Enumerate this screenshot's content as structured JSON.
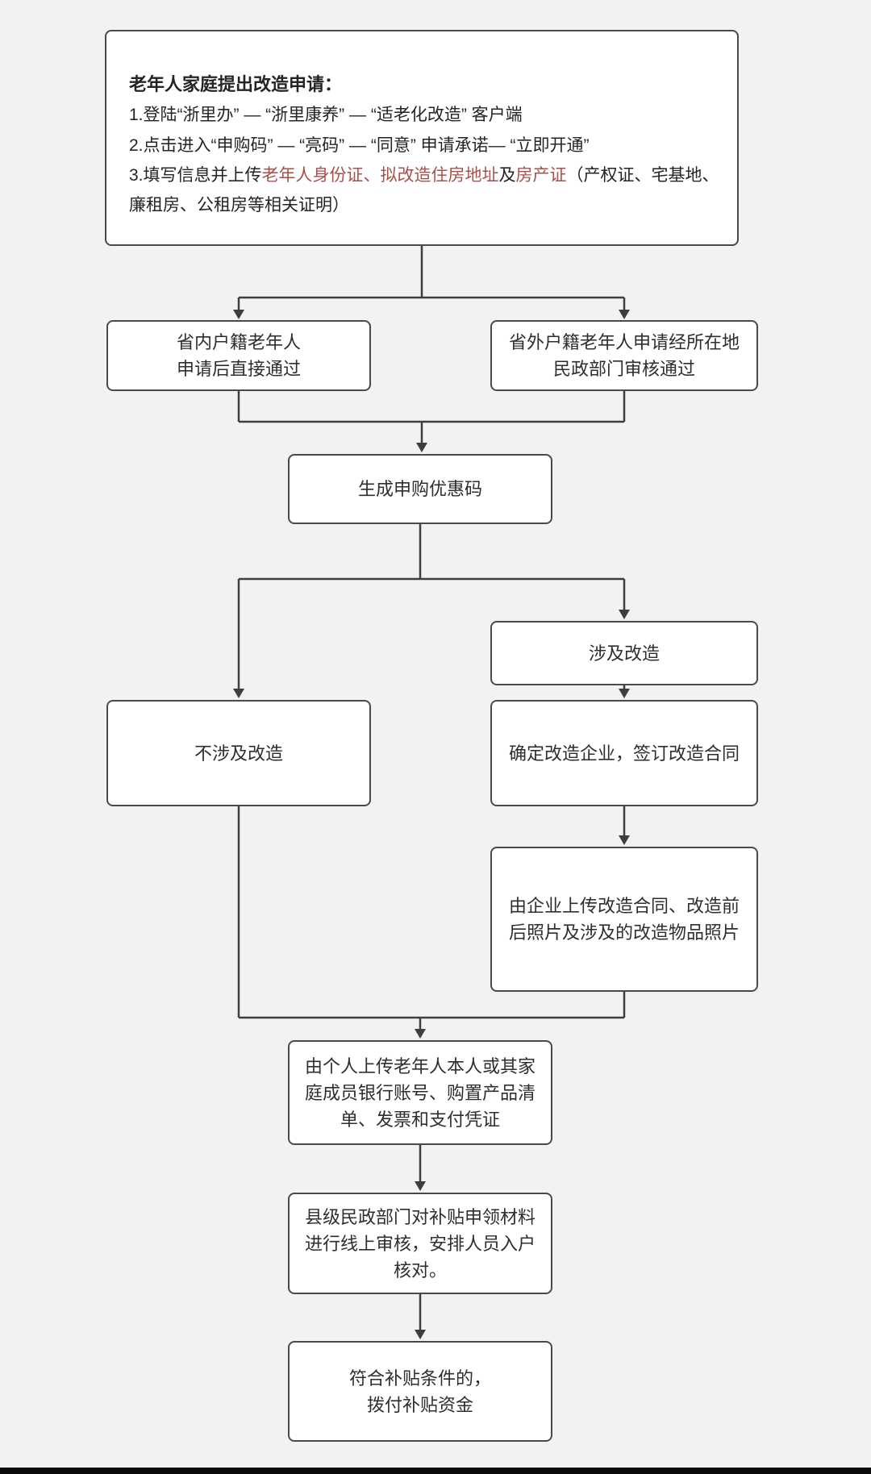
{
  "page": {
    "background_color": "#f2f2f1",
    "bottom_bar_color": "#0b0b0b"
  },
  "flowchart": {
    "line_color": "#3e3e3e",
    "box_border_color": "#4a4a4a",
    "box_fill_color": "#ffffff",
    "text_color": "#2e2e2e",
    "highlight_color": "#a8514a",
    "nodes": {
      "apply": {
        "title": "老年人家庭提出改造申请：",
        "step1": "1.登陆“浙里办” — “浙里康养” — “适老化改造” 客户端",
        "step2": "2.点击进入“申购码” — “亮码” — “同意” 申请承诺— “立即开通”",
        "step3": {
          "p1": "3.填写信息并上传",
          "p2_red": "老年人身份证、拟改造住房地址",
          "p3": "及",
          "p4_red": "房产证",
          "p5": "（产权证、宅基地、廉租房、公租房等相关证明）"
        }
      },
      "in_province": {
        "line1": "省内户籍老年人",
        "line2": "申请后直接通过"
      },
      "out_province": {
        "line1": "省外户籍老年人申请经所在地",
        "line2": "民政部门审核通过"
      },
      "generate_code": {
        "label": "生成申购优惠码"
      },
      "involve": {
        "label": "涉及改造"
      },
      "not_involve": {
        "label": "不涉及改造"
      },
      "sign_contract": {
        "label": "确定改造企业，签订改造合同"
      },
      "company_upload": {
        "label": "由企业上传改造合同、改造前后照片及涉及的改造物品照片"
      },
      "personal_upload": {
        "label": "由个人上传老年人本人或其家庭成员银行账号、购置产品清单、发票和支付凭证"
      },
      "county_review": {
        "label": "县级民政部门对补贴申领材料进行线上审核，安排人员入户核对。"
      },
      "grant_subsidy": {
        "line1": "符合补贴条件的，",
        "line2": "拨付补贴资金"
      }
    }
  }
}
